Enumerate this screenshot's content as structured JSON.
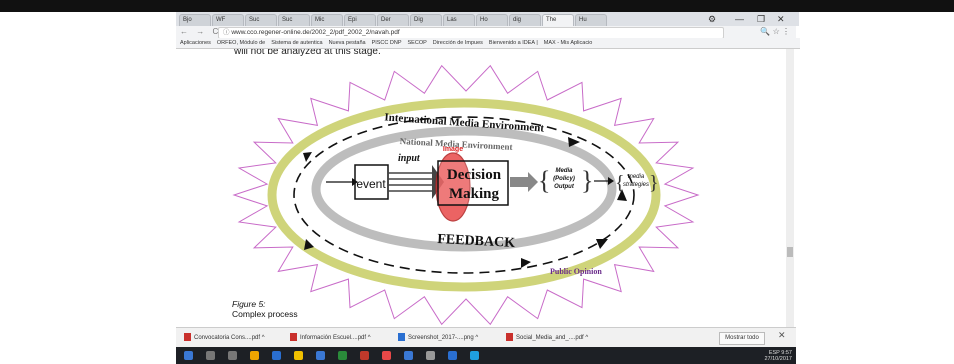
{
  "browser": {
    "tabs": [
      "Bjo",
      "WF",
      "Suc",
      "Suc",
      "Mic",
      "Epi",
      "Der",
      "Dig",
      "Las",
      "Ho",
      "dig",
      "The",
      "Hu"
    ],
    "active_tab_index": 11,
    "window_controls": [
      "⚙",
      "—",
      "❐",
      "✕"
    ],
    "url": "www.cco.regener-online.de/2002_2/pdf_2002_2/navah.pdf",
    "addr_right": "🔍 ☆ ⋮",
    "bookmarks": [
      "Aplicaciones",
      "ORFEO, Módulo de",
      "Sistema de autentica",
      "Nueva pestaña",
      "PISCC DNP",
      "SECOP",
      "Dirección de Impues",
      "Bienvenido a IDEA |",
      "MAX - Mis Aplicacio"
    ]
  },
  "page": {
    "cut_text": "will not be analyzed at this stage.",
    "figure_caption_label": "Figure 5:",
    "figure_caption": "Complex process"
  },
  "diagram": {
    "outer_label": "International Media Environment",
    "national_label": "National Media Environment",
    "feedback_label": "FEEDBACK",
    "public_opinion": "Public Opinion",
    "event": "event",
    "input": "input",
    "image": "Image",
    "decision_1": "Decision",
    "decision_2": "Making",
    "media_output": [
      "Media",
      "(Policy)",
      "Output"
    ],
    "media_strategies": [
      "media",
      "strategies"
    ]
  },
  "downloads": {
    "items": [
      "Convocatoria Cons....pdf",
      "Información Escuel....pdf",
      "Screenshot_2017-....png",
      "Social_Media_and_....pdf"
    ],
    "show_all": "Mostrar todo"
  },
  "taskbar": {
    "lang": "ESP",
    "time": "9:57",
    "date": "27/10/2017"
  },
  "colors": {
    "ellipse_olive": "#cfd47a",
    "inner_gray": "#bdbdbd",
    "star_pink": "#c86bc8",
    "image_red": "#e84848",
    "public_opinion_purple": "#6a2b8a"
  }
}
